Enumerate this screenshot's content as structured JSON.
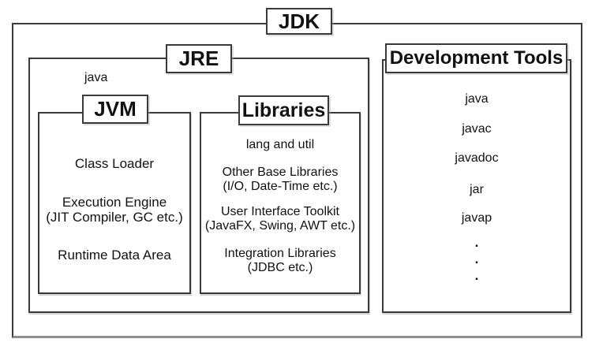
{
  "colors": {
    "background": "#ffffff",
    "border": "#3a3a3a",
    "text": "#111111",
    "outer_bottom_edge": "#8f8f8f"
  },
  "diagram": {
    "jdk": {
      "label": "JDK"
    },
    "jre": {
      "label": "JRE",
      "note": "java",
      "jvm": {
        "label": "JVM",
        "items": [
          {
            "title": "Class Loader",
            "sub": ""
          },
          {
            "title": "Execution Engine",
            "sub": "(JIT Compiler, GC etc.)"
          },
          {
            "title": "Runtime Data Area",
            "sub": ""
          }
        ]
      },
      "libraries": {
        "label": "Libraries",
        "items": [
          {
            "title": "lang and util",
            "sub": ""
          },
          {
            "title": "Other Base Libraries",
            "sub": "(I/O, Date-Time etc.)"
          },
          {
            "title": "User Interface Toolkit",
            "sub": "(JavaFX, Swing, AWT etc.)"
          },
          {
            "title": "Integration Libraries",
            "sub": "(JDBC etc.)"
          }
        ]
      }
    },
    "development_tools": {
      "label": "Development Tools",
      "tools": [
        "java",
        "javac",
        "javadoc",
        "jar",
        "javap"
      ],
      "ellipsis": [
        ".",
        ".",
        "."
      ]
    }
  }
}
